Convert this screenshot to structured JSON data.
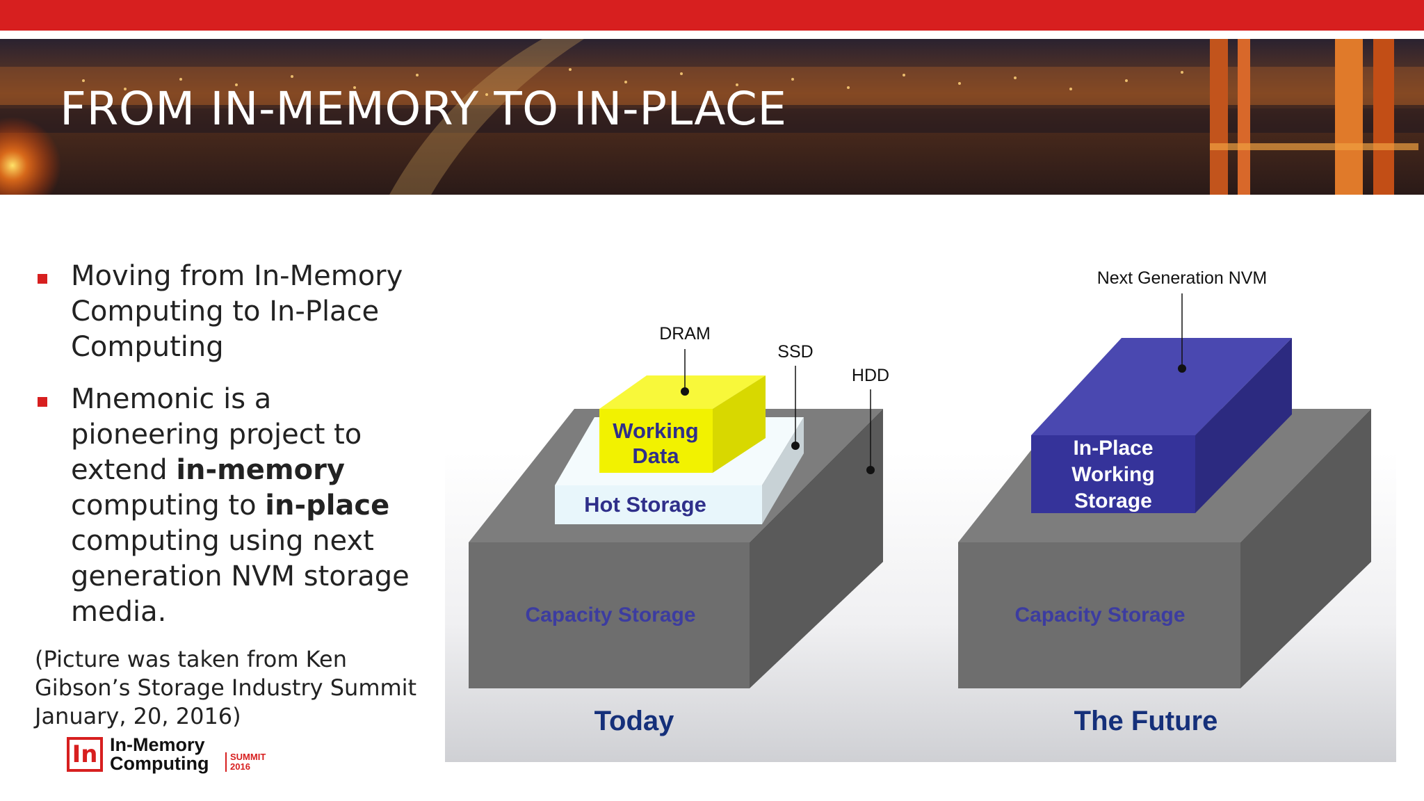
{
  "slide": {
    "title": "FROM IN-MEMORY TO IN-PLACE",
    "bullets": [
      {
        "text": "Moving from In-Memory Computing to In-Place Computing"
      },
      {
        "before": "Mnemonic is a pioneering project to extend ",
        "bold1": "in-memory",
        "middle": " computing to ",
        "bold2": "in-place",
        "after": " computing using next generation NVM storage media."
      }
    ],
    "note": "(Picture was taken from Ken Gibson’s Storage Industry Summit January, 20, 2016)",
    "logo": {
      "mark": "In",
      "line1": "In-Memory",
      "line2": "Computing",
      "summit": "SUMMIT",
      "year": "2016"
    }
  },
  "diagram": {
    "today": {
      "caption": "Today",
      "labels": {
        "dram": "DRAM",
        "ssd": "SSD",
        "hdd": "HDD"
      },
      "working_data": [
        "Working",
        "Data"
      ],
      "hot_storage": "Hot Storage",
      "capacity_storage": "Capacity Storage"
    },
    "future": {
      "caption": "The Future",
      "label": "Next Generation NVM",
      "inplace": [
        "In-Place",
        "Working",
        "Storage"
      ],
      "capacity_storage": "Capacity Storage"
    }
  },
  "colors": {
    "accent": "#d71f1f",
    "dram_yellow": "#f5f500",
    "hot_storage": "#eaf6fb",
    "nvm_blue": "#35339a",
    "capacity_gray": "#707070",
    "caption_blue": "#15307a"
  }
}
